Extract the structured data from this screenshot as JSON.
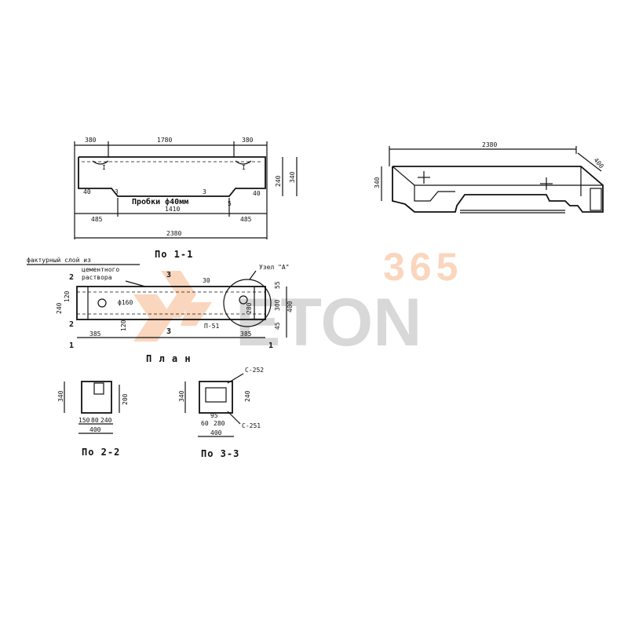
{
  "elevation": {
    "dims_top": [
      "380",
      "1780",
      "380"
    ],
    "dims_mid": [
      "40",
      "3",
      "3",
      "5",
      "40"
    ],
    "dims_bottom": [
      "485",
      "1410",
      "485"
    ],
    "dim_overall": "2380",
    "dims_right": [
      "240",
      "340"
    ],
    "plug_note": "Пробки ф40мм"
  },
  "section_1_1": {
    "title": "По 1-1"
  },
  "plan": {
    "title": "П л а н",
    "note_layer_1": "фактурный слой из",
    "note_layer_2": "цементного",
    "note_layer_3": "раствора",
    "node_label": "Узел \"А\"",
    "marks": [
      "2",
      "2",
      "3",
      "3",
      "1",
      "1"
    ],
    "dims_left": [
      "240",
      "120"
    ],
    "dims_bottom": [
      "385",
      "385"
    ],
    "dims_right": [
      "55",
      "300",
      "45",
      "400"
    ],
    "dims_inner": [
      "30",
      "120",
      "280"
    ],
    "hole": "ф160",
    "opening": "П-51"
  },
  "section_2_2": {
    "title": "По 2-2",
    "dim_height": "340",
    "dim_right": "200",
    "dims_bottom": [
      "150",
      "80",
      "240"
    ],
    "dim_total": "400"
  },
  "section_3_3": {
    "title": "По 3-3",
    "dim_height": "340",
    "dim_right": "240",
    "mark_top": "С-252",
    "mark_bottom": "С-251",
    "dims_inner": [
      "95",
      "60",
      "280"
    ],
    "dim_total": "400"
  },
  "isometric": {
    "dim_length": "2380",
    "dim_width": "400",
    "dim_height": "340"
  },
  "watermark": {
    "line1": "365",
    "line2": "ETON",
    "accent_color": "#f2a56e",
    "gray_color": "#9a9a9a"
  }
}
